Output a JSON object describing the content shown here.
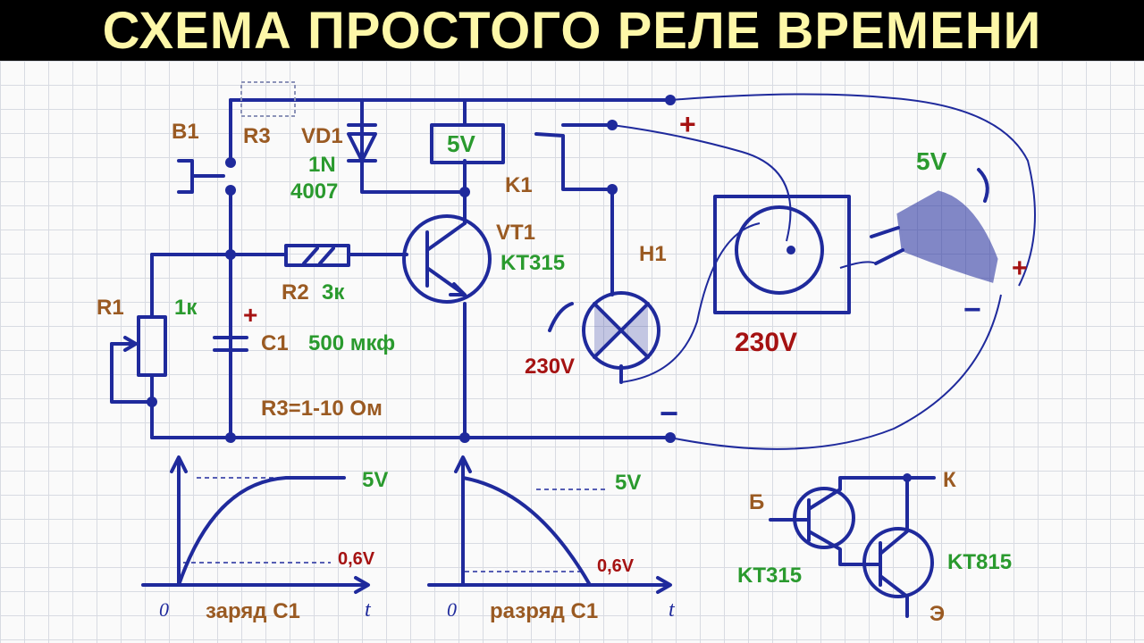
{
  "title": "СХЕМА ПРОСТОГО РЕЛЕ ВРЕМЕНИ",
  "circuit": {
    "b1": "B1",
    "r3": "R3",
    "vd1": "VD1",
    "vd1_type_1": "1N",
    "vd1_type_2": "4007",
    "relay_voltage": "5V",
    "k1": "K1",
    "vt1": "VT1",
    "vt1_type": "KT315",
    "h1": "H1",
    "lamp_voltage": "230V",
    "r1": "R1",
    "r1_value": "1к",
    "r2": "R2",
    "r2_value": "3к",
    "c1": "C1",
    "c1_value": "500 мкф",
    "r3_note": "R3=1-10 Ом",
    "plus": "+",
    "minus": "−",
    "supply_voltage": "5V",
    "socket_voltage": "230V"
  },
  "graphs": {
    "charge": {
      "top": "5V",
      "bottom": "0,6V",
      "origin": "0",
      "axis": "t",
      "label": "заряд C1"
    },
    "discharge": {
      "top": "5V",
      "bottom": "0,6V",
      "origin": "0",
      "axis": "t",
      "label": "разряд C1"
    }
  },
  "darlington": {
    "base": "Б",
    "collector": "К",
    "emitter": "Э",
    "t1": "KT315",
    "t2": "KT815"
  },
  "colors": {
    "wire": "#1f2a9c",
    "label_brown": "#9a5a22",
    "label_green": "#2a9a2e",
    "label_red": "#a51212",
    "title": "#fdf7a8"
  }
}
